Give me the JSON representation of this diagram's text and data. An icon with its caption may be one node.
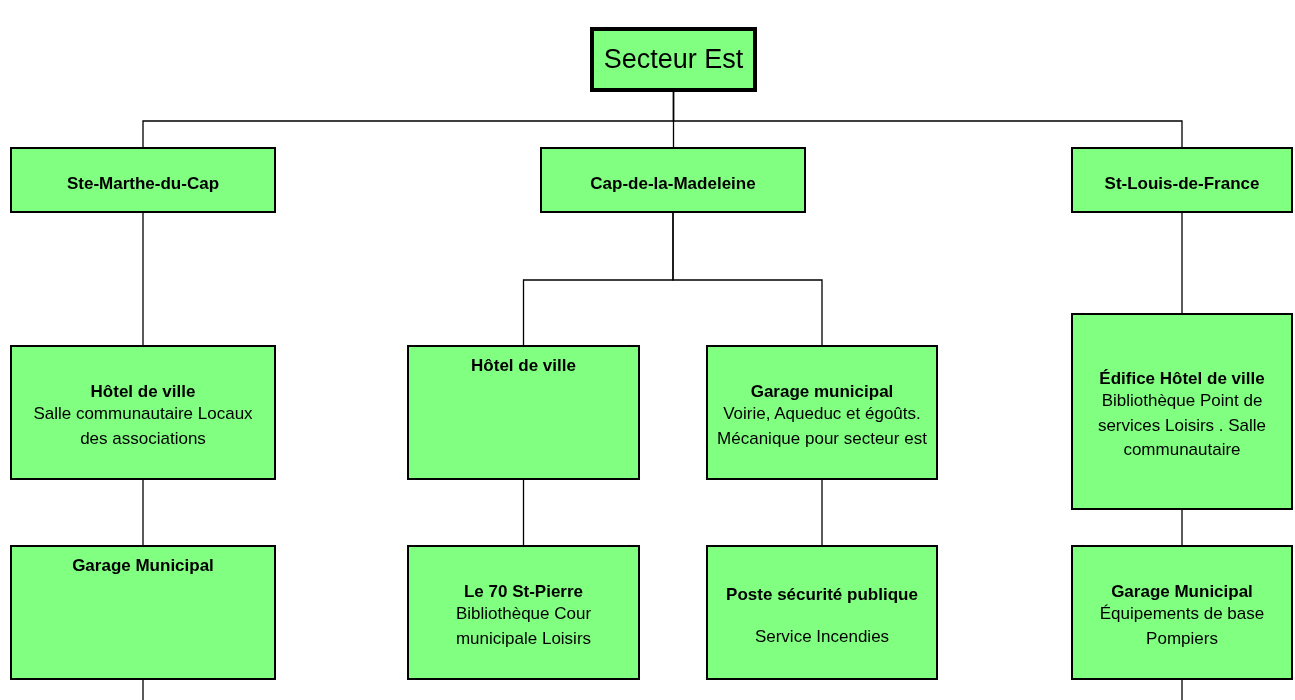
{
  "diagram": {
    "nodes": [
      {
        "text": [
          "Secteur Est"
        ]
      },
      {
        "text": [
          "Ste-Marthe-du-Cap"
        ]
      },
      {
        "text": [
          "Cap-de-la-Madeleine"
        ]
      },
      {
        "text": [
          "St-Louis-de-France"
        ]
      },
      {
        "text": [
          "Hôtel de ville",
          "Salle communautaire Locaux des associations"
        ]
      },
      {
        "text": [
          "Hôtel de ville"
        ]
      },
      {
        "text": [
          "Garage municipal",
          "Voirie, Aqueduc et égoûts. Mécanique pour secteur est"
        ]
      },
      {
        "text": [
          "Édifice Hôtel de ville",
          "Bibliothèque Point de services Loisirs . Salle communautaire"
        ]
      },
      {
        "text": [
          "Garage Municipal"
        ]
      },
      {
        "text": [
          "Le 70 St-Pierre",
          "Bibliothèque Cour municipale Loisirs"
        ]
      },
      {
        "text": [
          "Poste sécurité publique",
          "Service Incendies"
        ]
      },
      {
        "text": [
          "Garage Municipal",
          "Équipements de base Pompiers"
        ]
      }
    ],
    "edges": [
      {
        "from": 0,
        "to": 1,
        "arrow": "none"
      },
      {
        "from": 0,
        "to": 2,
        "arrow": "none"
      },
      {
        "from": 0,
        "to": 3,
        "arrow": "none"
      },
      {
        "from": 1,
        "to": 4,
        "arrow": "none"
      },
      {
        "from": 4,
        "to": 8,
        "arrow": "none"
      },
      {
        "from": 2,
        "to": 5,
        "arrow": "none"
      },
      {
        "from": 2,
        "to": 6,
        "arrow": "none"
      },
      {
        "from": 5,
        "to": 9,
        "arrow": "none"
      },
      {
        "from": 6,
        "to": 10,
        "arrow": "none"
      },
      {
        "from": 3,
        "to": 7,
        "arrow": "none"
      },
      {
        "from": 7,
        "to": 11,
        "arrow": "none"
      },
      {
        "from": 8,
        "to": null,
        "arrow": "none"
      },
      {
        "from": 11,
        "to": null,
        "arrow": "none"
      }
    ]
  }
}
